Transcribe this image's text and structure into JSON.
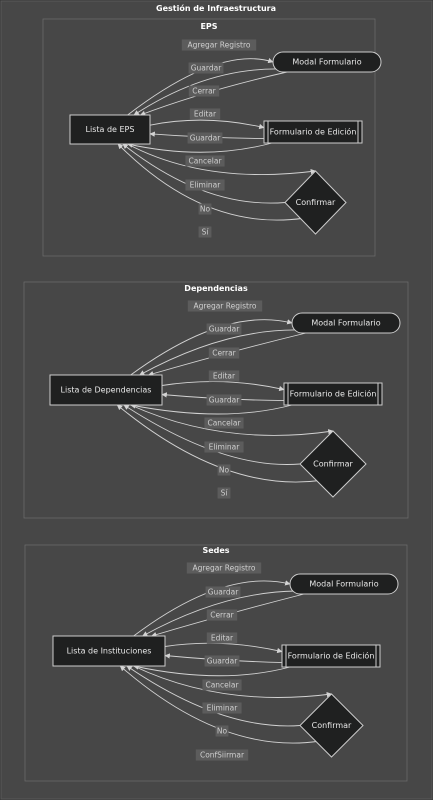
{
  "diagram": {
    "title": "Gestión de Infraestructura",
    "clusters": [
      {
        "title": "EPS",
        "list_node": "Lista de EPS",
        "modal_node": "Modal Formulario",
        "edit_node": "Formulario de Edición",
        "confirm_node": "Confirmar",
        "edge_labels": [
          "Agregar Registro",
          "Guardar",
          "Cerrar",
          "Editar",
          "Guardar",
          "Cancelar",
          "Eliminar",
          "No",
          "Sí"
        ]
      },
      {
        "title": "Dependencias",
        "list_node": "Lista de Dependencias",
        "modal_node": "Modal Formulario",
        "edit_node": "Formulario de Edición",
        "confirm_node": "Confirmar",
        "edge_labels": [
          "Agregar Registro",
          "Guardar",
          "Cerrar",
          "Editar",
          "Guardar",
          "Cancelar",
          "Eliminar",
          "No",
          "Sí"
        ]
      },
      {
        "title": "Sedes",
        "list_node": "Lista de Instituciones",
        "modal_node": "Modal Formulario",
        "edit_node": "Formulario de Edición",
        "confirm_node": "Confirmar",
        "edge_labels": [
          "Agregar Registro",
          "Guardar",
          "Cerrar",
          "Editar",
          "Guardar",
          "Cancelar",
          "Eliminar",
          "No",
          "ConfSiirmar"
        ]
      }
    ]
  }
}
